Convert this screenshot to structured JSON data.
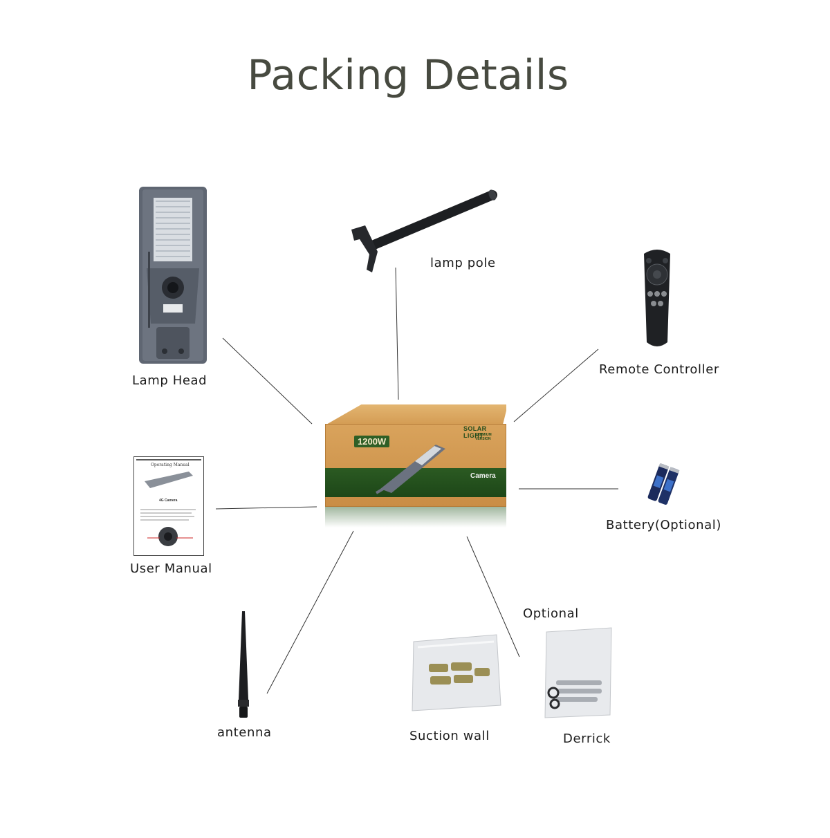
{
  "title": "Packing Details",
  "items": {
    "lamp_head": "Lamp Head",
    "lamp_pole": "lamp pole",
    "remote_controller": "Remote Controller",
    "user_manual": "User Manual",
    "battery": "Battery(Optional)",
    "antenna": "antenna",
    "optional_note": "Optional",
    "suction_wall": "Suction wall",
    "derrick": "Derrick"
  },
  "box": {
    "wattage": "1200W",
    "brand": "SOLAR LIGHT",
    "version": "PREMIUM VERSION",
    "feature": "Camera"
  },
  "manual": {
    "heading": "Operating Manual",
    "subheading": "4G Camera"
  },
  "colors": {
    "title": "#474a40",
    "connector": "#333333",
    "box_kraft": "#d39b52",
    "box_green": "#2b5a22",
    "lamp_body": "#5f6672"
  }
}
